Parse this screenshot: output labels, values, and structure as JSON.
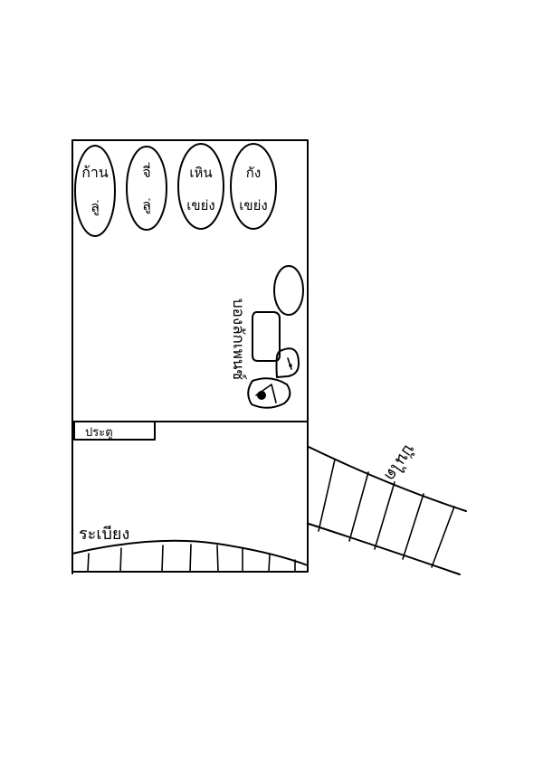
{
  "ovals": [
    {
      "line1": "ก้าน",
      "line2": "ลู่"
    },
    {
      "line1": "จี่",
      "line2": "ลู่"
    },
    {
      "line1": "เหิน",
      "line2": "เขย่ง"
    },
    {
      "line1": "กัง",
      "line2": "เขย่ง"
    }
  ],
  "equipment_label": "บองลักเพนซ์",
  "door_label": "ประตู",
  "veranda_label": "ระเบียง",
  "stairs_label": "บันได"
}
